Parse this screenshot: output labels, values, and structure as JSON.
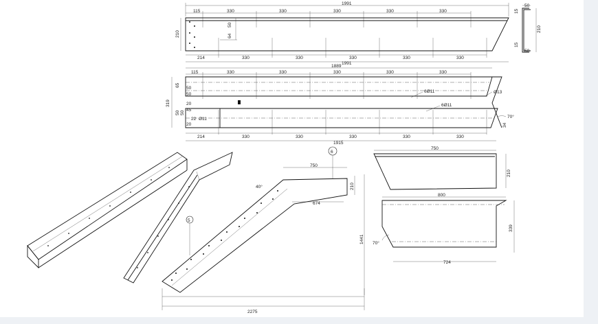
{
  "drawing": {
    "top_view": {
      "overall_top": "1991",
      "pitch_top": [
        "115",
        "330",
        "330",
        "330",
        "330",
        "330"
      ],
      "height_left": "210",
      "inner_v1": "50",
      "inner_v2": "64",
      "pitch_bottom": [
        "214",
        "330",
        "330",
        "330",
        "330",
        "330"
      ],
      "overall_bottom": "1991"
    },
    "side_section": {
      "top_dim": "210",
      "flange_top": "15",
      "flange_top_w": "50",
      "flange_bottom": "15",
      "flange_bottom_w": "50"
    },
    "middle_view": {
      "overall_1": "1889",
      "pitch_top": [
        "115",
        "330",
        "330",
        "330",
        "330",
        "330"
      ],
      "height_left": "319",
      "left_small": [
        "65",
        "50",
        "50",
        "50",
        "50",
        "20",
        "45"
      ],
      "left_small_2": [
        "20",
        "50",
        "22"
      ],
      "hole_label_1": "6Ø11",
      "hole_label_2": "Ø13",
      "hole_label_3": "6Ø11",
      "hole_label_4": "Ø11",
      "angle": "70°",
      "right_small": "34",
      "pitch_bottom": [
        "214",
        "330",
        "330",
        "330",
        "330",
        "330"
      ],
      "overall_bottom": "1915"
    },
    "right_top_view": {
      "width": "750",
      "height": "210"
    },
    "right_bottom_view": {
      "width": "800",
      "height": "339",
      "angle": "70°",
      "bottom_width": "724"
    },
    "center_view": {
      "callout": "6",
      "top_width": "750",
      "height_top": "210",
      "angle": "40°",
      "inner_width": "674",
      "total_height": "1441",
      "total_width": "2275"
    },
    "iso_callout": "5"
  }
}
